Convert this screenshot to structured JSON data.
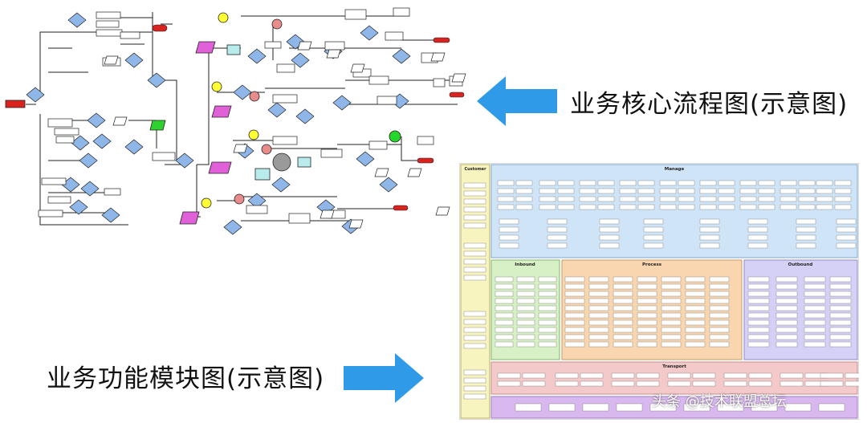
{
  "captions": {
    "core_flow": "业务核心流程图(示意图)",
    "function_modules": "业务功能模块图(示意图)"
  },
  "watermark": "头条 @技术联盟总坛",
  "colors": {
    "arrow": "#2f9be8",
    "decision": "#8fb6e8",
    "start_bar": "#d9231f",
    "manage_bg": "#cfe4f7",
    "inbound_bg": "#d7f0c6",
    "process_bg": "#f9d5b0",
    "outbound_bg": "#d5d0f5",
    "transport_bg": "#f4c9c9",
    "customer_bg": "#f8f4c0",
    "bottom_bg": "#d9b8ef"
  },
  "module_map": {
    "customer": "Customer",
    "manage": "Manage",
    "inbound": "Inbound",
    "process": "Process",
    "outbound": "Outbound",
    "transport": "Transport"
  }
}
